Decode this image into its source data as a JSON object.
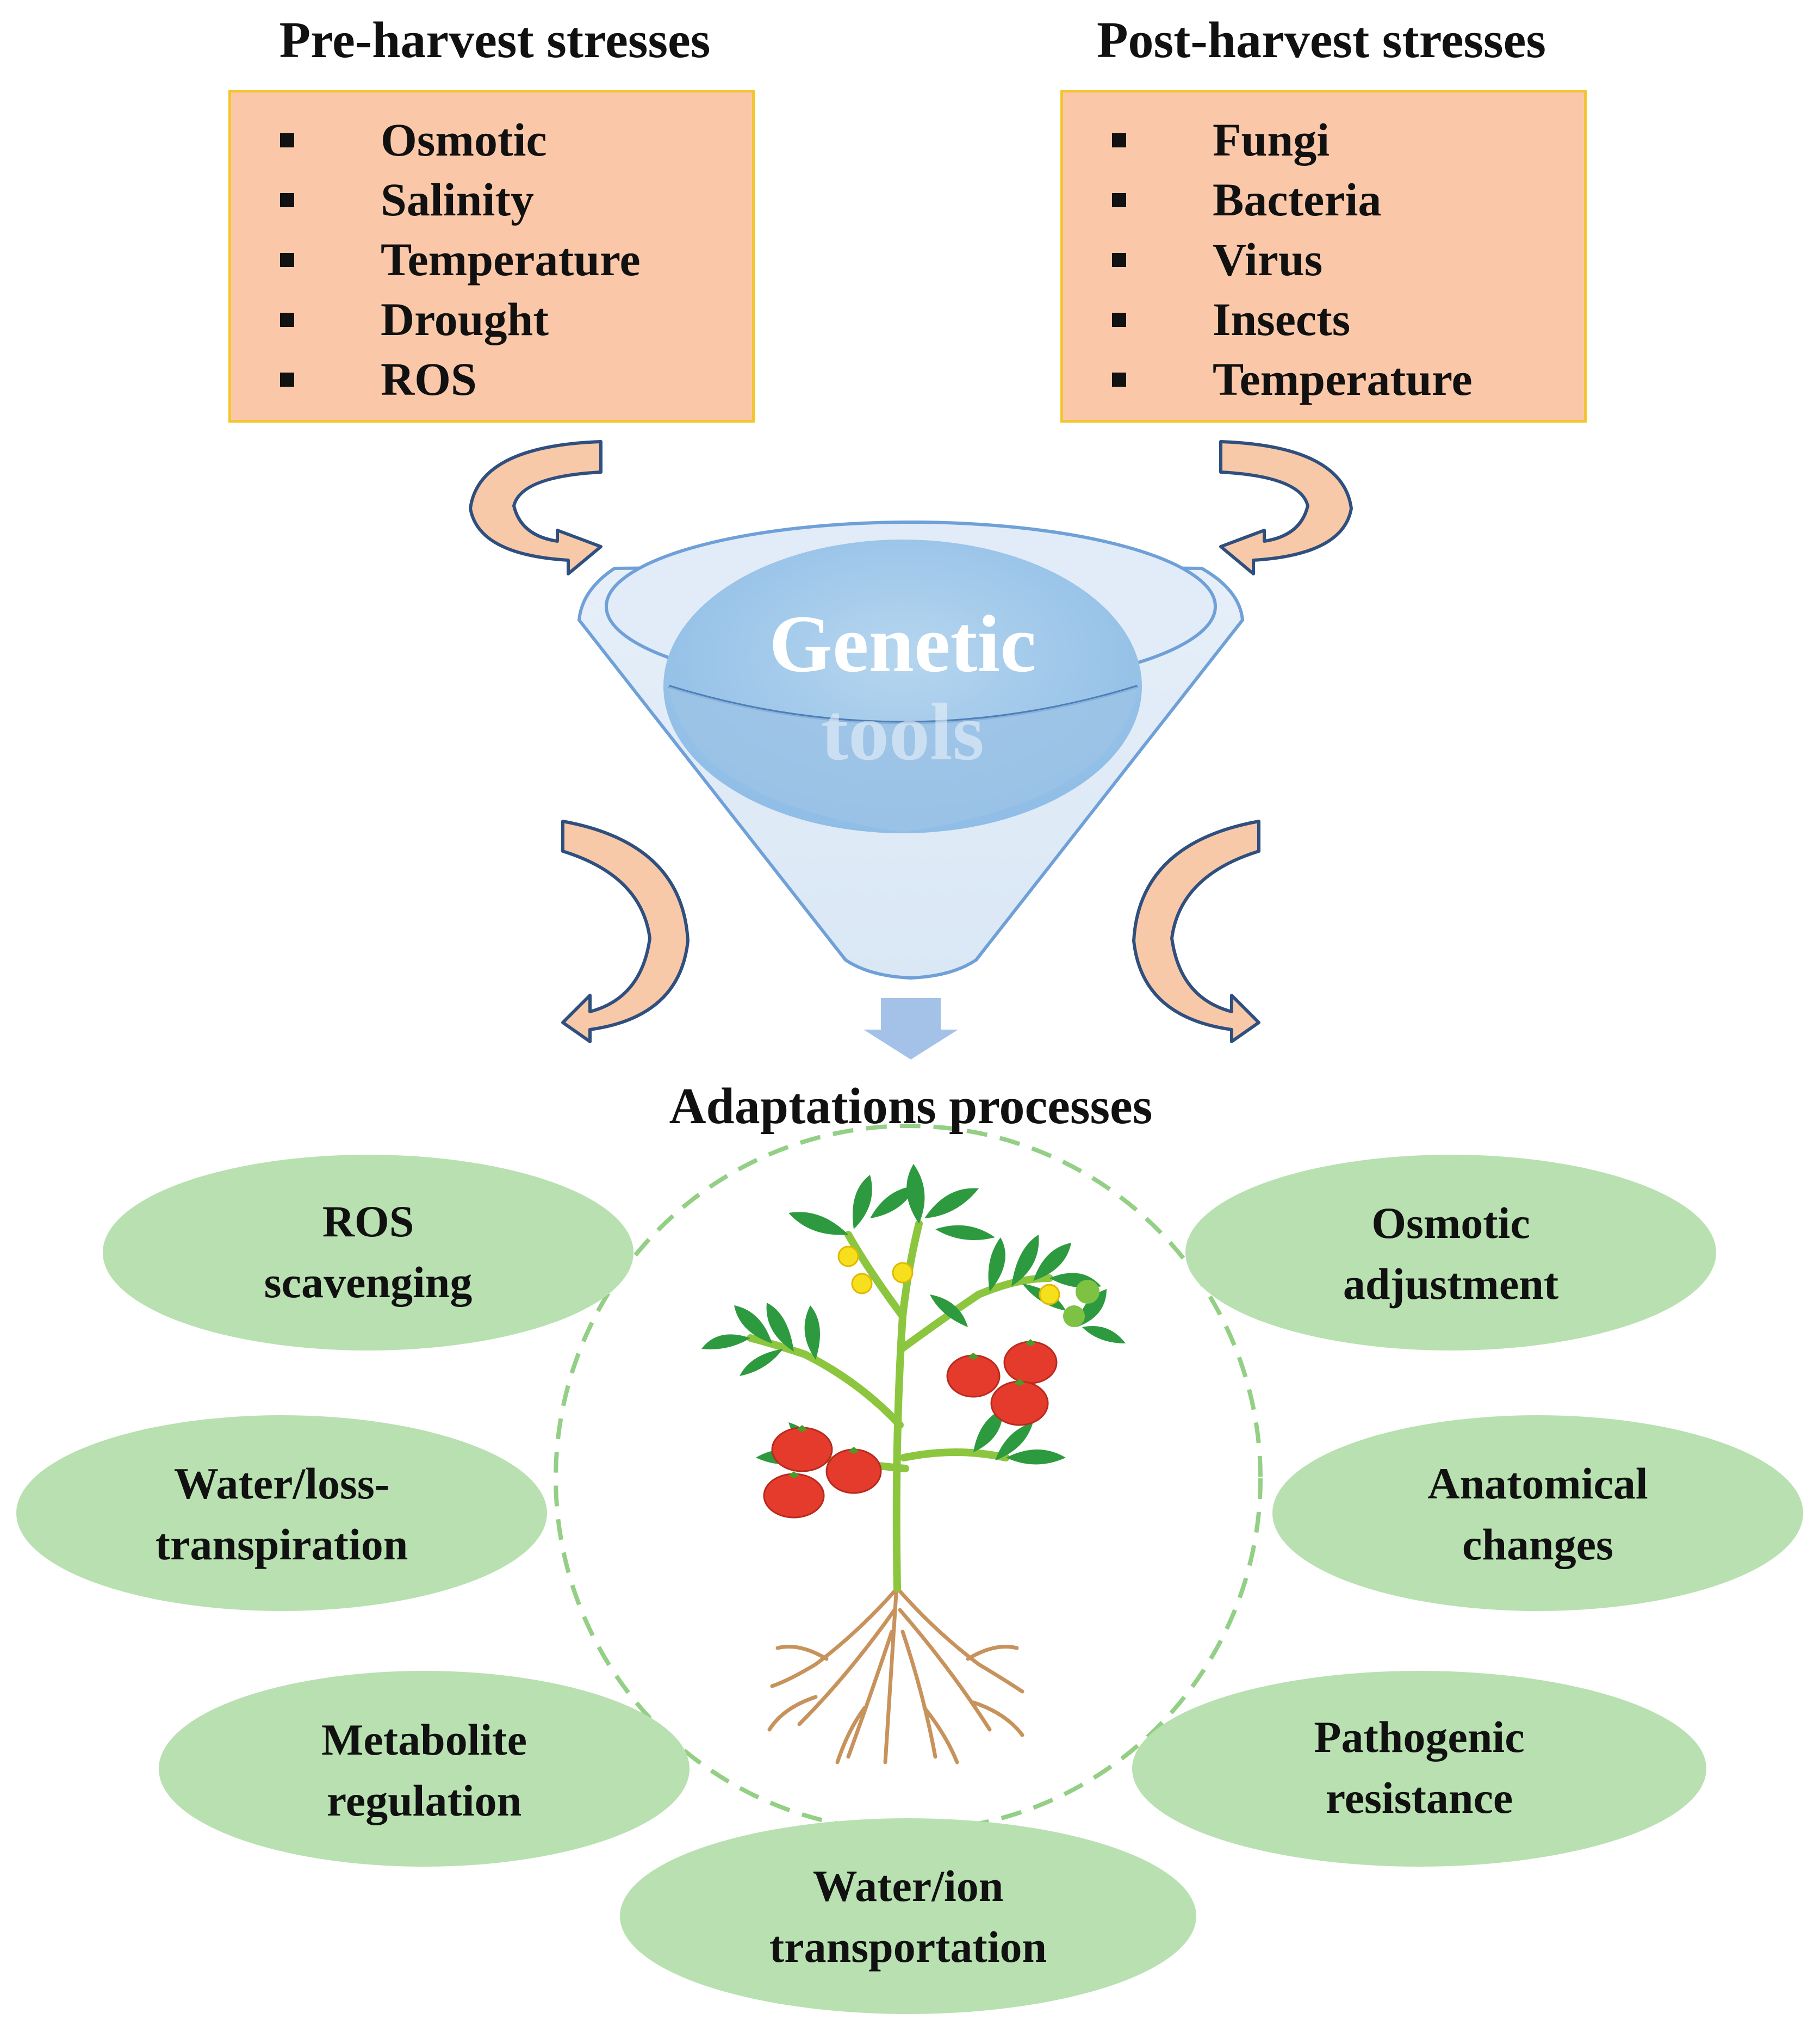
{
  "pre_harvest": {
    "title": "Pre-harvest stresses",
    "items": [
      "Osmotic",
      "Salinity",
      "Temperature",
      "Drought",
      "ROS"
    ]
  },
  "post_harvest": {
    "title": "Post-harvest stresses",
    "items": [
      "Fungi",
      "Bacteria",
      "Virus",
      "Insects",
      "Temperature"
    ]
  },
  "funnel": {
    "line1": "Genetic",
    "line2": "tools"
  },
  "adaptations": {
    "title": "Adaptations processes",
    "processes": [
      {
        "line1": "ROS",
        "line2": "scavenging"
      },
      {
        "line1": "Osmotic",
        "line2": "adjustment"
      },
      {
        "line1": "Water/loss-",
        "line2": "transpiration"
      },
      {
        "line1": "Anatomical",
        "line2": "changes"
      },
      {
        "line1": "Metabolite",
        "line2": "regulation"
      },
      {
        "line1": "Pathogenic",
        "line2": "resistance"
      },
      {
        "line1": "Water/ion",
        "line2": "transportation"
      }
    ]
  },
  "colors": {
    "stress_box_fill": "#fac8a8",
    "stress_box_border": "#f2c531",
    "oval_fill": "#b8e0b0",
    "funnel_fill": "#dce9f6",
    "funnel_stroke": "#6fa0d8",
    "arrow_fill": "#f8c9a8",
    "arrow_stroke": "#2f4f7f",
    "down_arrow": "#a4c2e8",
    "dashed_circle": "#93cf85"
  }
}
